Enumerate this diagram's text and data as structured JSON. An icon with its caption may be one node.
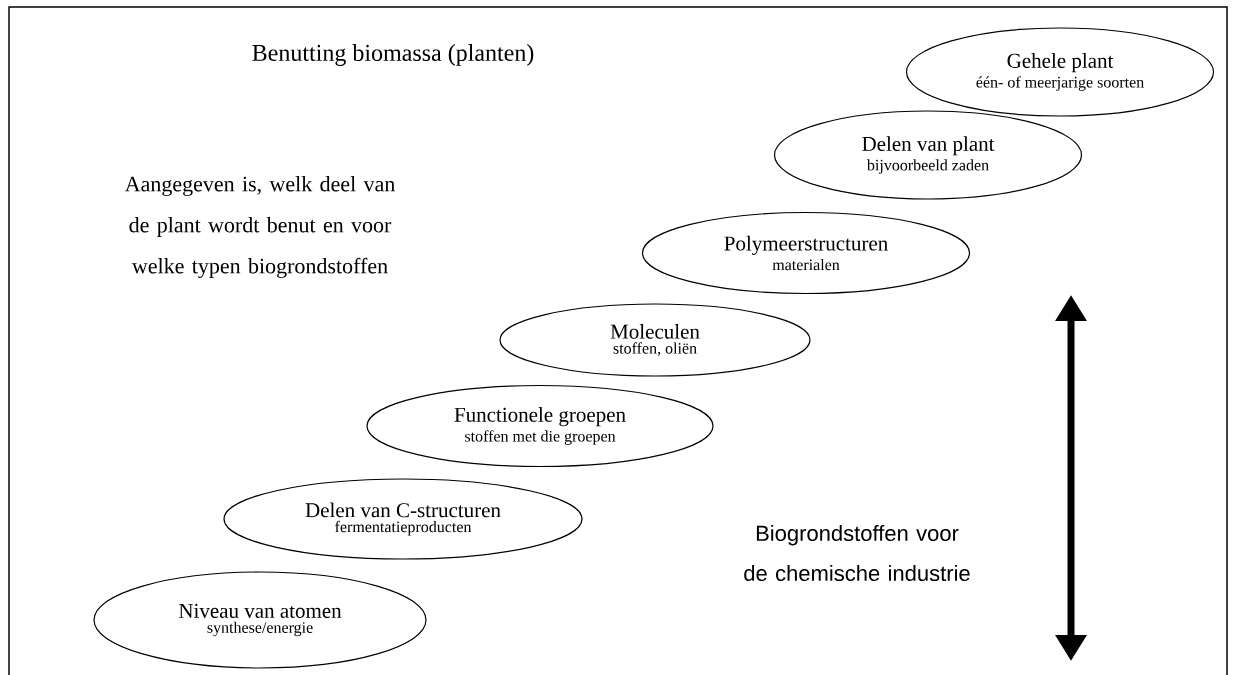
{
  "diagram": {
    "title": "Benutting biomassa (planten)",
    "nodes": [
      {
        "text": [
          "Gehele plant",
          "één- of meerjarige soorten"
        ]
      },
      {
        "text": [
          "Delen van plant",
          "bijvoorbeeld zaden"
        ]
      },
      {
        "text": [
          "Polymeerstructuren",
          "materialen"
        ]
      },
      {
        "text": [
          "Moleculen",
          "stoffen, oliën"
        ]
      },
      {
        "text": [
          "Functionele groepen",
          "stoffen met die groepen"
        ]
      },
      {
        "text": [
          "Delen van C-structuren",
          "fermentatieproducten"
        ]
      },
      {
        "text": [
          "Niveau van atomen",
          "synthese/energie"
        ]
      }
    ],
    "labels": [
      "Aangegeven is, welk deel van de plant wordt benut en voor welke typen biogrondstoffen",
      "Biogrondstoffen voor de chemische industrie"
    ]
  }
}
